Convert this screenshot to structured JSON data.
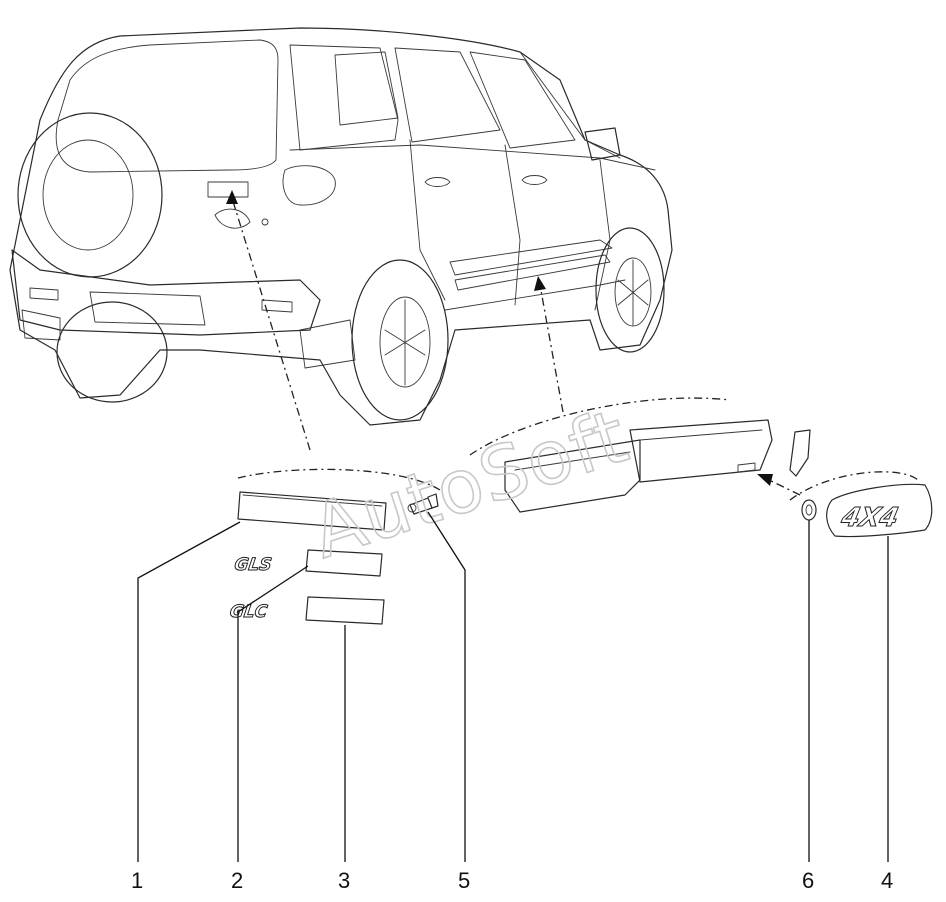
{
  "watermark": "AutoSoft",
  "parts": [
    {
      "number": "1"
    },
    {
      "number": "2",
      "badge_text": "GLS"
    },
    {
      "number": "3",
      "badge_text": "GLC"
    },
    {
      "number": "5"
    },
    {
      "number": "6"
    },
    {
      "number": "4",
      "badge_text": "4X4"
    }
  ]
}
